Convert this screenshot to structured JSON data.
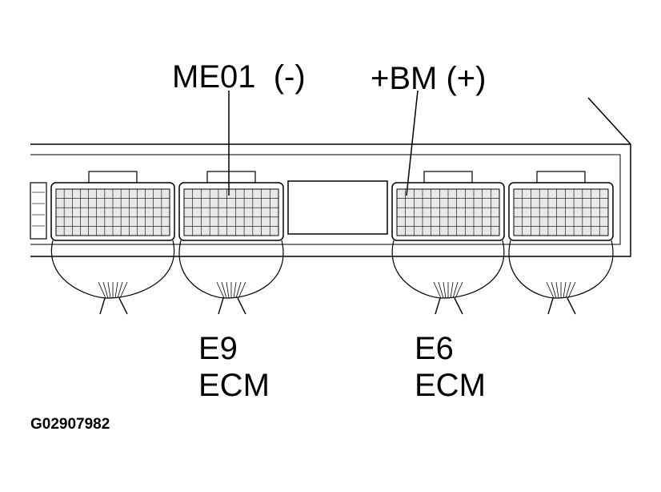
{
  "callouts": {
    "left_pin": "ME01  (-)",
    "right_pin": "+BM (+)"
  },
  "connectors": [
    {
      "id": "E9",
      "unit": "ECM"
    },
    {
      "id": "E6",
      "unit": "ECM"
    }
  ],
  "figure_code": "G02907982",
  "colors": {
    "ink": "#000000",
    "connector_fill": "#e8e8e8",
    "background": "#ffffff"
  }
}
